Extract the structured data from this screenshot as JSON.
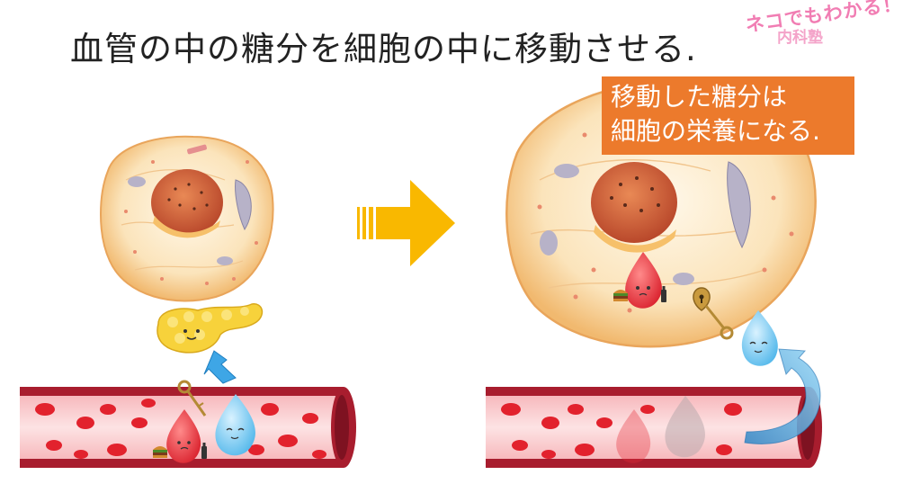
{
  "title": "血管の中の糖分を細胞の中に移動させる.",
  "logo": {
    "line1": "ネコでもわかる！",
    "line2": "内科塾"
  },
  "callout": {
    "line1": "移動した糖分は",
    "line2": "細胞の栄養になる."
  },
  "colors": {
    "callout_bg": "#ec7a2c",
    "arrow": "#f9b800",
    "vessel_wall": "#a81d2e",
    "vessel_inner": "#fbd3d5",
    "red_blood_cell": "#e2222d",
    "cell_body": "#fbe9c9",
    "nucleus": "#d9633b",
    "glucose_drop": "#6ec6f0",
    "sugar_drop_red": "#e52b36",
    "pancreas": "#f7d23b",
    "key": "#b48a35",
    "curved_arrow": "#57b8e8"
  },
  "icons": [
    "cell-icon",
    "nucleus-icon",
    "pancreas-icon",
    "blood-vessel-icon",
    "glucose-drop-icon",
    "red-drop-icon",
    "key-icon",
    "keyhole-lock-icon",
    "hamburger-icon",
    "bottle-icon",
    "right-arrow-icon",
    "curved-arrow-icon",
    "down-arrow-icon"
  ]
}
